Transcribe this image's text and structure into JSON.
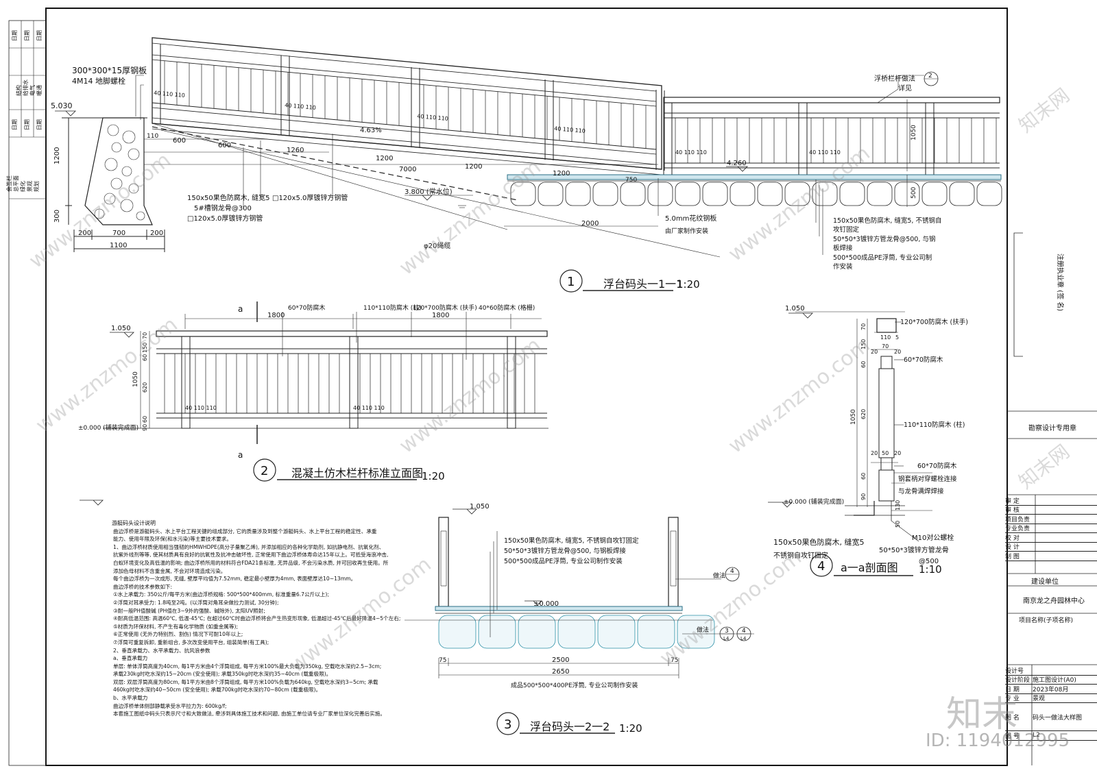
{
  "drawings": {
    "d1": {
      "no": "1",
      "title": "浮台码头一1一1",
      "scale": "1:20"
    },
    "d2": {
      "no": "2",
      "title": "混凝土仿木栏杆标准立面图",
      "scale": "1:20"
    },
    "d3": {
      "no": "3",
      "title": "浮台码头一2一2",
      "scale": "1:20"
    },
    "d4": {
      "no": "4",
      "title": "a一a剖面图",
      "scale": "1:10"
    }
  },
  "d1_labels": {
    "steel_plate": "300*300*15厚钢板",
    "bolt": "4M14 地脚螺栓",
    "elev_top": "5.030",
    "dim_1200v": "1200",
    "dim_300v": "300",
    "dims_base": [
      "200",
      "700",
      "200"
    ],
    "dim_1100": "1100",
    "dim_110": "110",
    "dim_600a": "600",
    "dim_600b": "600",
    "dim_1260": "1260",
    "dim_1200a": "1200",
    "dim_7000": "7000",
    "dim_1200b": "1200",
    "dim_1200c": "1200",
    "dim_750": "750",
    "dim_2000": "2000",
    "dim_500": "500",
    "dim_1050": "1050",
    "slope": "4.63%",
    "elev_water": "3.800 (常水位)",
    "elev_deck": "4.260",
    "post_dims": "40 110 110",
    "wood_note": "150x50果色防腐木, 缝宽5",
    "tube_note": "5#槽钢龙骨@300",
    "sq_tube1": "□120x5.0厚镀锌方钢管",
    "sq_tube2": "□120x5.0厚镀锌方钢管",
    "rope": "φ20绳缆",
    "plate_note": "5.0mm花纹钢板",
    "factory_note": "由厂家制作安装",
    "railing_ref": "浮桥栏杆做法",
    "detail_ref": "详见",
    "ref_no": "2",
    "right_notes": [
      "150x50果色防腐木, 缝宽5, 不锈钢自",
      "攻钉固定",
      "50*50*3镀锌方管龙骨@500, 与钢",
      "板焊接",
      "500*500成品PE浮筒, 专业公司制",
      "作安装"
    ]
  },
  "d2_labels": {
    "a_mark": "a",
    "elev": "1.050",
    "elev0": "±0.000 (铺装完成面)",
    "dim_1800a": "1800",
    "dim_1800b": "1800",
    "v_dims": [
      "70",
      "150",
      "60",
      "620",
      "60",
      "90"
    ],
    "dim_1050": "1050",
    "post_dims": "40 110 110",
    "callouts": [
      "60*70防腐木",
      "110*110防腐木 (柱)",
      "120*700防腐木 (扶手)",
      "40*60防腐木 (格栅)"
    ]
  },
  "d3_labels": {
    "elev": "1.050",
    "elev0": "±0.000",
    "notes": [
      "150x50果色防腐木, 缝宽5, 不锈钢自攻钉固定",
      "50*50*3镀锌方管龙骨@500, 与钢板焊接",
      "500*500成品PE浮筒, 专业公司制作安装"
    ],
    "ref4_label": "做法",
    "ref4": "4",
    "ref34_label": "做法",
    "ref3": "3",
    "ref4b": "4",
    "sheet": "L4",
    "dim_75a": "75",
    "dim_2500": "2500",
    "dim_75b": "75",
    "dim_2650": "2650",
    "bottom_note": "成品500*500*400PE浮筒, 专业公司制作安装"
  },
  "d4_labels": {
    "elev": "1.050",
    "elev0": "±0.000 (铺装完成面)",
    "v_dims": [
      "70",
      "150",
      "60",
      "620",
      "60",
      "90"
    ],
    "dim_1050": "1050",
    "dims_top": [
      "110",
      "5",
      "20",
      "70",
      "20"
    ],
    "dims_mid": [
      "20",
      "50",
      "20"
    ],
    "callouts": [
      "120*700防腐木 (扶手)",
      "60*70防腐木",
      "110*110防腐木 (柱)",
      "60*70防腐木",
      "钢套柄对穿螺栓连接",
      "与龙骨满焊焊接",
      "M10对公螺栓",
      "50*50*3镀锌方管龙骨",
      "@500"
    ],
    "dims_small": [
      "130",
      "50"
    ],
    "wood_note": "150x50果色防腐木, 缝宽5",
    "screw_note": "不锈钢自攻钉固定"
  },
  "notes": {
    "title": "游艇码头设计说明",
    "lines": [
      "曲边浮桥是游艇码头、水上平台工程关键的组成部分, 它的质量涉及到整个游艇码头、水上平台工程的稳定性、承重",
      "能力、使用年限及环保(和水污染)等主要技术要求。",
      "1、曲边浮桥材质使用相当强韧的HMWHDPE(高分子量聚乙烯), 并添加相应的各种化学助剂, 如抗静电剂、抗氧化剂、",
      "抗紫外线剂等等, 使其材质具有良好的抗氧性及抗冲击破坏性, 正常使用下曲边浮桥体寿命达15年以上。可抵受海浪冲击,",
      "白蚁环境变化及高低温的影响; 曲边浮桥所用的材料符合FDA21条标准, 无异品级, 不会污染水质, 并可回收再生使用。所",
      "添加色母材料不含重金属, 不会对环境造成污染。",
      "每个曲边浮桥为一次成形, 无缝, 壁厚平均值为7.52mm, 稳定最小壁厚为4mm, 表面壁厚达10~13mm。",
      "曲边浮桥的技术参数如下:",
      "①水上承载力: 350公斤/每平方米(曲边浮桥规格: 500*500*400mm, 标准重量6.7公斤以上);",
      "②浮筒对耳承受力: 1.8吨至2吨。(以浮筒对角耳朵做拉力测试, 30分钟);",
      "③耐一般PH值酸碱 (PH值在3~9外的强酸、碱除外), 太阳UV照射;",
      "④耐高低温范围: 高温60℃, 低温-45℃; 在超过60℃时曲边浮桥将会产生热变形现象, 低温超过-45℃后最好降温4~5个左右;",
      "⑤材质为环保材料, 不产生有毒化学物质 (如重金属等);",
      "⑥正常使用 (无外力特别烈、割伤) 情况下可耐10年以上;",
      "⑦浮筒可重复拆卸, 重新组合, 多次改变使用平台, 组装简单(有工具);",
      "2、垂直承载力、水平承载力、抗风浪参数",
      "a、垂直承载力",
      "单层: 单体浮筒高度为40cm, 每1平方米由4个浮筒组成, 每平方米100%最大负载为350kg, 空载吃水深约2.5~3cm;",
      "承载230kg时吃水深约15~20cm (安全使用); 承载350kg时吃水深约35~40cm (载重极限)。",
      "双层: 双层浮筒高度为80cm, 每1平方米由8个浮筒组成, 每平方米100%负载为640kg, 空载吃水深约3~5cm; 承载",
      "460kg时吃水深约40~50cm (安全使用); 承载700kg时吃水深约70~80cm (载重极限)。",
      "b、水平承载力",
      "曲边浮桥单体侧部静载承受水平拉力为: 600kg/f;",
      "本套施工图纸中码头只表示尺寸和大致做法, 牵涉到具体施工技术和问题, 由施工单位请专业厂家单位深化完善后实施。"
    ]
  },
  "left_strip": {
    "top_cols": [
      "日期",
      "日期",
      "日期"
    ],
    "mid_labels": [
      "结构",
      "给排水",
      "电气",
      "暖通"
    ],
    "mid_cols": [
      "日期",
      "日期",
      "日期"
    ],
    "bottom_labels": [
      "会签栏",
      "总平面",
      "绿化",
      "景观",
      "规划"
    ]
  },
  "title_block": {
    "stamp1": "注册执业章 (签 名)",
    "stamp2": "勘察设计专用章",
    "roles": [
      "审  定",
      "审  核",
      "项目负责",
      "专业负责",
      "校  对",
      "设  计",
      "制  图"
    ],
    "org_label": "建设单位",
    "org": "南京龙之舟园林中心",
    "project_label": "项目名称(子项名称)",
    "design_no_label": "设计号",
    "stage_label": "设计阶段",
    "stage": "施工图设计(A0)",
    "date_label": "日  期",
    "date": "2023年08月",
    "discipline_label": "专  业",
    "discipline": "景观",
    "drawing_label": "图  名",
    "drawing_name": "码头一做法大样图",
    "sheet_label": "图  号",
    "sheet": "L2"
  },
  "watermark": {
    "brand": "知末",
    "id": "ID: 1194012995",
    "site": "www.znzmo.com",
    "site_cn": "知末网"
  }
}
